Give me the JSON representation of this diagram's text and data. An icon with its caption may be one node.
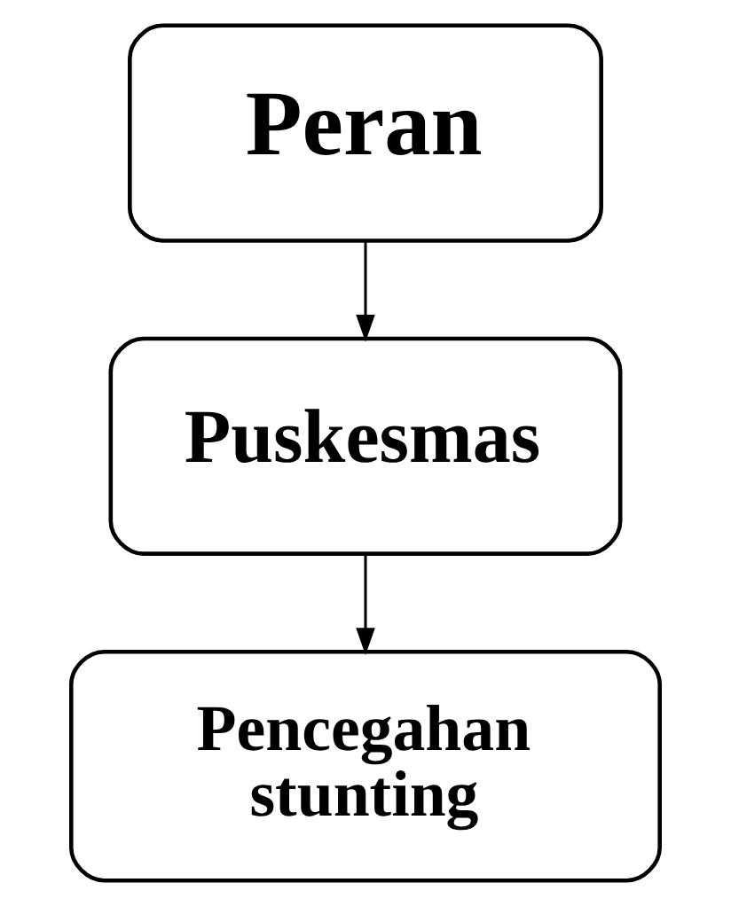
{
  "diagram": {
    "nodes": [
      {
        "text": [
          "Peran"
        ]
      },
      {
        "text": [
          "Puskesmas"
        ]
      },
      {
        "text": [
          "Pencegahan stunting"
        ]
      }
    ],
    "edges": [
      {
        "from": 0,
        "to": 1,
        "arrow": "to"
      },
      {
        "from": 1,
        "to": 2,
        "arrow": "to"
      }
    ]
  }
}
